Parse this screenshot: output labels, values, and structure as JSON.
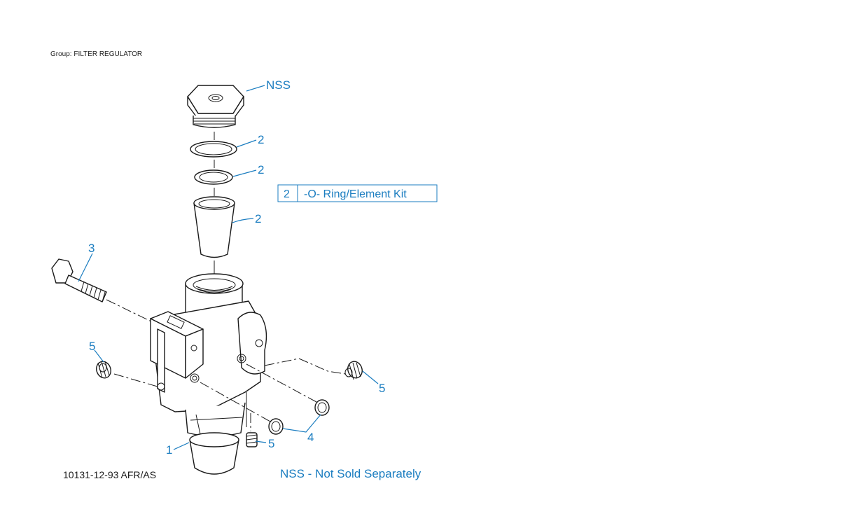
{
  "group_title": "Group: FILTER REGULATOR",
  "callouts": {
    "cap": "NSS",
    "oring_upper": "2",
    "oring_lower": "2",
    "element": "2",
    "bolt": "3",
    "plug_left": "5",
    "plug_right": "5",
    "plug_bottom": "5",
    "body": "1",
    "orings_side": "4"
  },
  "kit_legend": {
    "number": "2",
    "label": "-O- Ring/Element Kit"
  },
  "drawing_number": "10131-12-93 AFR/AS",
  "nss_note": "NSS - Not Sold Separately",
  "colors": {
    "callout": "#1b7dc0",
    "line": "#1a1a1a"
  }
}
